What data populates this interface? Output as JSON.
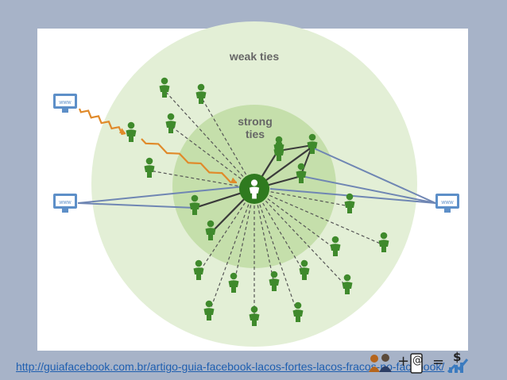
{
  "diagram": {
    "weak_label": "weak ties",
    "strong_label_1": "strong",
    "strong_label_2": "ties",
    "terminal_text": "www",
    "colors": {
      "outer_circle": "#e3efd6",
      "inner_circle": "#c5dfab",
      "person": "#3f8a2c",
      "center_node": "#2f7a1f",
      "link_solid": "#3a3a3a",
      "link_blue": "#6f86b3",
      "info_flow": "#e08a2a",
      "terminal": "#5d8fc8"
    }
  },
  "footer": {
    "url": "http://guiafacebook.com.br/artigo-guia-facebook-lacos-fortes-lacos-fracos-no-facebook/",
    "plus_sign": "+",
    "equals_sign": "=",
    "at_sign": "@",
    "dollar_sign": "$"
  }
}
